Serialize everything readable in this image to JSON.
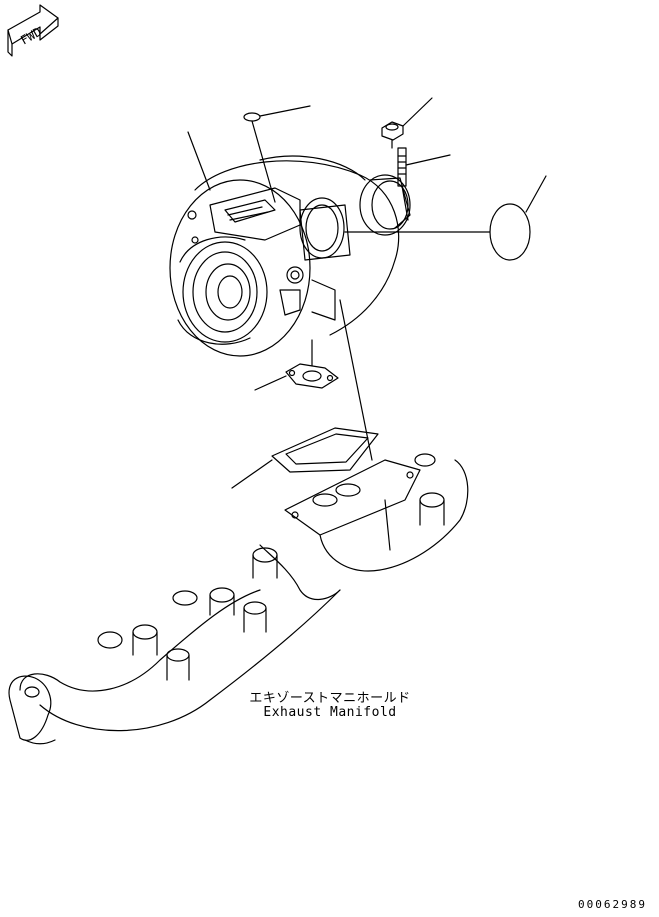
{
  "fwd_symbol": {
    "label": "FWD"
  },
  "caption": {
    "japanese": "エキゾーストマニホールド",
    "english": "Exhaust Manifold"
  },
  "drawing_number": "00062989",
  "colors": {
    "line": "#000000",
    "background": "#ffffff"
  }
}
